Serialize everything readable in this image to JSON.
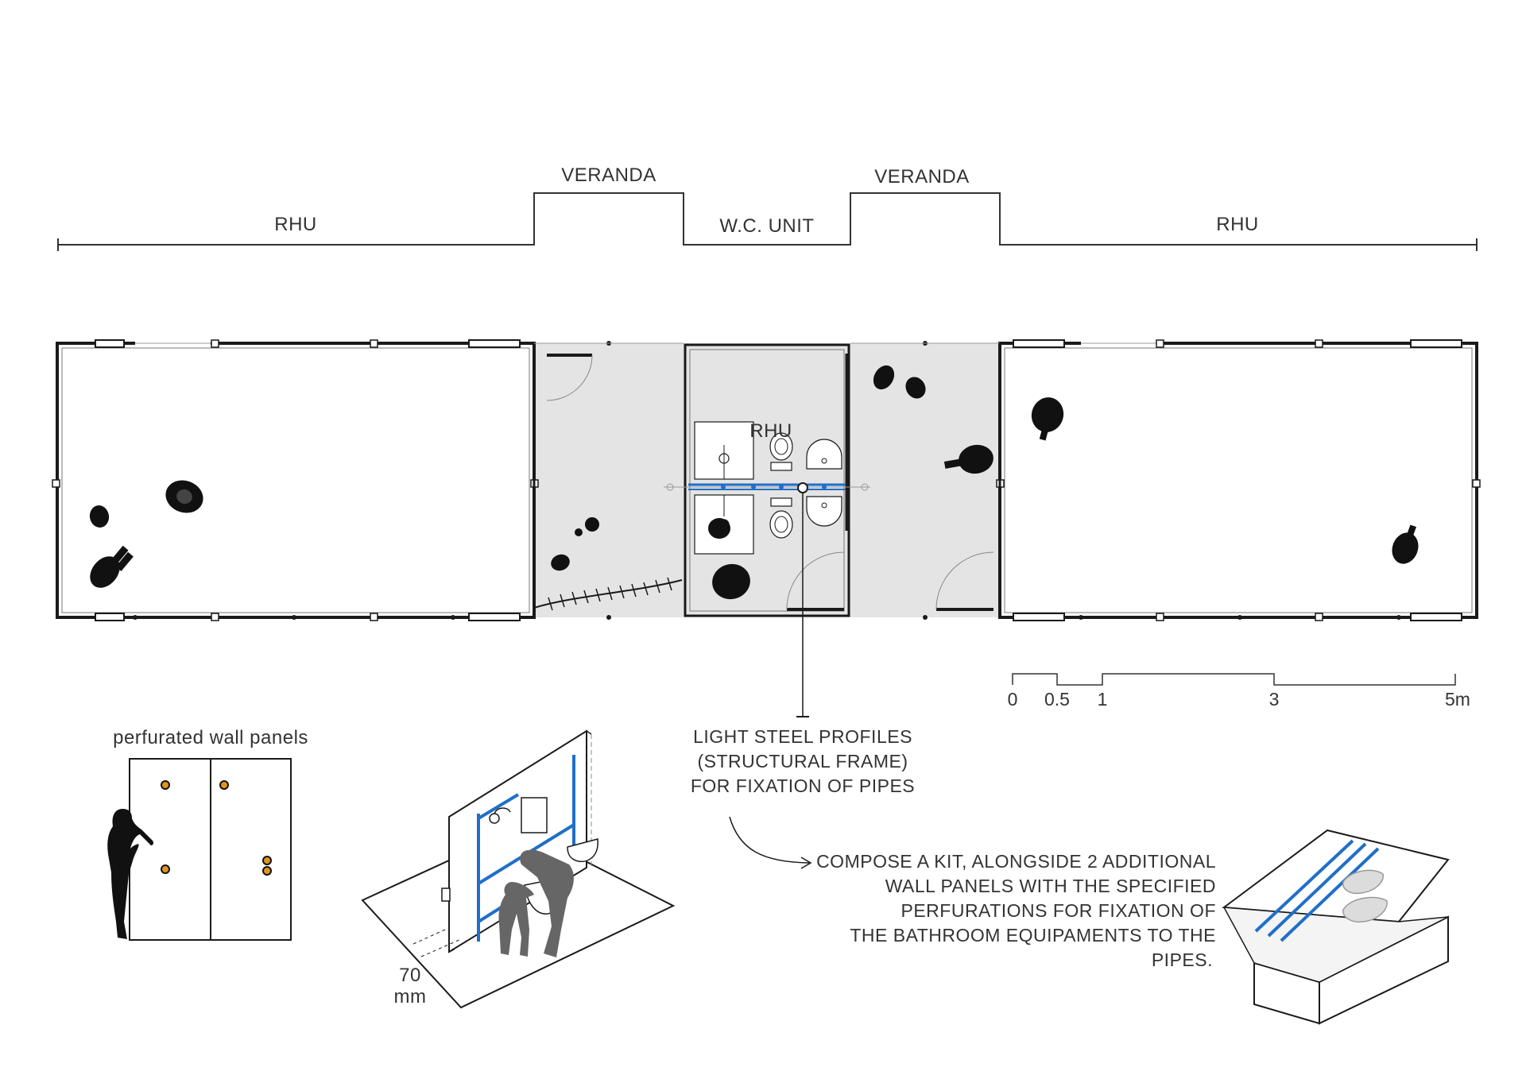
{
  "program": {
    "rhu_left": "RHU",
    "veranda_left": "VERANDA",
    "wc_unit": "W.C. UNIT",
    "veranda_right": "VERANDA",
    "rhu_right": "RHU"
  },
  "plan": {
    "inner_label": "RHU"
  },
  "scale_bar": {
    "ticks": [
      "0",
      "0.5",
      "1",
      "3",
      "5m"
    ]
  },
  "callout": {
    "line1": "LIGHT STEEL PROFILES",
    "line2": "(STRUCTURAL FRAME)",
    "line3": "FOR FIXATION OF PIPES"
  },
  "panels": {
    "title": "perfurated wall panels"
  },
  "dimension": {
    "value": "70",
    "unit": "mm"
  },
  "kit_note": {
    "line1": "COMPOSE A KIT, ALONGSIDE 2 ADDITIONAL",
    "line2": "WALL PANELS WITH THE SPECIFIED",
    "line3": "PERFURATIONS FOR FIXATION OF",
    "line4": "THE BATHROOM EQUIPAMENTS TO THE",
    "line5": "PIPES."
  },
  "colors": {
    "pipe": "#1f6fc8",
    "shade": "#e4e4e4",
    "ink": "#1a1a1a",
    "perforation": "#e0951c"
  }
}
